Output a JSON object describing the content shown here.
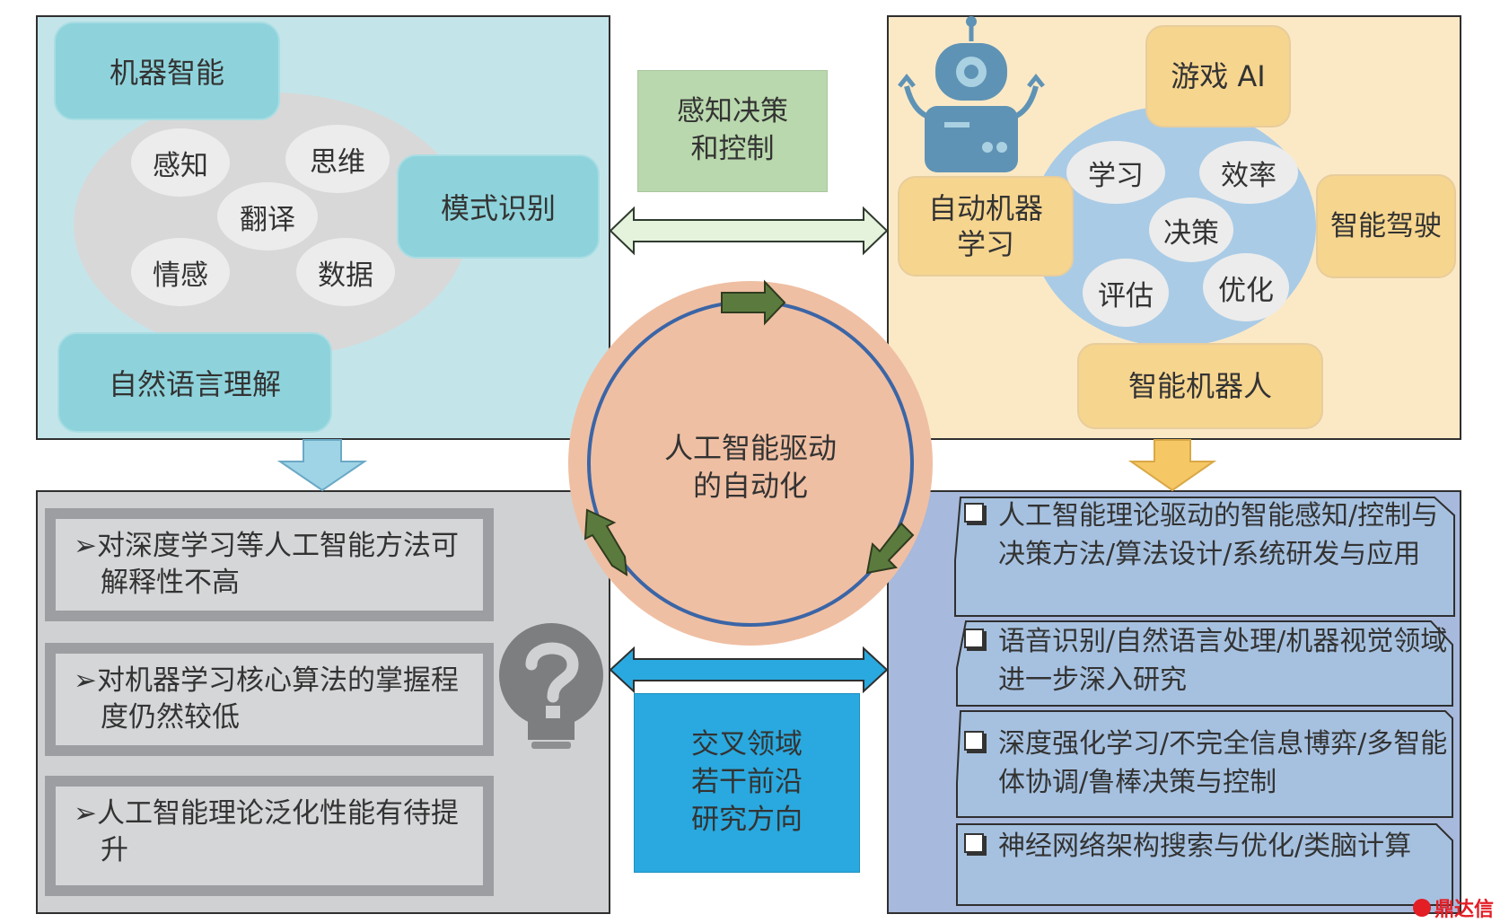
{
  "top_left": {
    "title": "机器智能",
    "pattern": "模式识别",
    "nlu": "自然语言理解",
    "bubbles": [
      "感知",
      "思维",
      "翻译",
      "情感",
      "数据"
    ]
  },
  "top_right": {
    "game_ai": "游戏 AI",
    "auto_ml": "自动机器学习",
    "autodrive": "智能驾驶",
    "robot": "智能机器人",
    "bubbles": [
      "学习",
      "效率",
      "决策",
      "评估",
      "优化"
    ]
  },
  "center": {
    "perception_box": "感知决策和控制",
    "cross_box": "交叉领域若干前沿研究方向",
    "circle_label": "人工智能驱动的自动化"
  },
  "bottom_left": {
    "issues": [
      "对深度学习等人工智能方法可解释性不高",
      "对机器学习核心算法的掌握程度仍然较低",
      "人工智能理论泛化性能有待提升"
    ]
  },
  "bottom_right": {
    "directions": [
      "人工智能理论驱动的智能感知/控制与决策方法/算法设计/系统研发与应用",
      "语音识别/自然语言处理/机器视觉领域进一步深入研究",
      "深度强化学习/不完全信息博弈/多智能体协调/鲁棒决策与控制",
      "神经网络架构搜索与优化/类脑计算"
    ]
  },
  "watermark": "鼎达信",
  "colors": {
    "teal_panel": "#c3e5ea",
    "teal_box": "#8ed3db",
    "cream_panel": "#fbe9c6",
    "gold_box": "#f6d58f",
    "gray_panel": "#d0d1d3",
    "blue_panel": "#a7b9dc",
    "circle_fill": "#efbfa3",
    "ring": "#3b65a6",
    "green_box": "#b9d8ad",
    "cyan_box": "#29a9df",
    "arrow_green": "#5b7b3e"
  }
}
